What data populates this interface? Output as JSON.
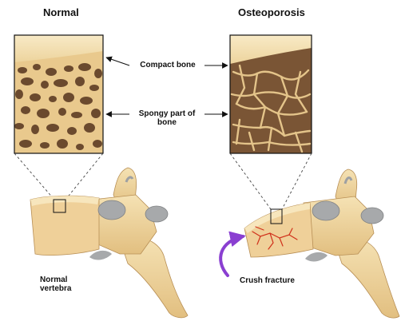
{
  "titles": {
    "normal": "Normal",
    "osteoporosis": "Osteoporosis"
  },
  "labels": {
    "compact_bone": "Compact bone",
    "spongy_line1": "Spongy part of",
    "spongy_line2": "bone",
    "normal_vertebra_line1": "Normal",
    "normal_vertebra_line2": "vertebra",
    "crush_fracture": "Crush fracture"
  },
  "colors": {
    "bone_light": "#f1d9a2",
    "bone_mid": "#e8c687",
    "bone_shadow": "#c9a56a",
    "marrow_dark": "#6b4a2e",
    "porous_dark": "#7a5535",
    "cartilage_grey": "#a7a9ab",
    "fracture_red": "#d0301a",
    "arrow_purple": "#8a3fd1"
  },
  "icons": {
    "compact_left_arrow": "arrow-left-icon",
    "compact_right_arrow": "arrow-right-icon",
    "spongy_left_arrow": "arrow-left-icon",
    "spongy_right_arrow": "arrow-right-icon",
    "crush_arrow": "curved-arrow-icon"
  }
}
